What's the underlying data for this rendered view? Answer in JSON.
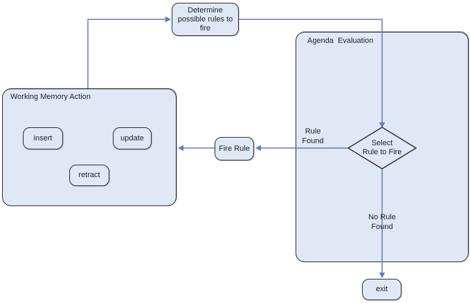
{
  "nodes": {
    "determine": {
      "label": "Determine possible rules to fire",
      "lines": [
        "Determine",
        "possible rules to",
        "fire"
      ]
    },
    "agenda": {
      "label": "Agenda  Evaluation"
    },
    "working_memory": {
      "label": "Working Memory Action"
    },
    "insert": {
      "label": "insert"
    },
    "update": {
      "label": "update"
    },
    "retract": {
      "label": "retract"
    },
    "fire_rule": {
      "label": "Fire Rule"
    },
    "select_rule": {
      "label": "Select Rule to Fire",
      "lines": [
        "Select",
        "Rule to Fire"
      ]
    },
    "exit": {
      "label": "exit"
    }
  },
  "edge_labels": {
    "rule_found": "Rule Found",
    "no_rule_found": "No Rule Found"
  },
  "colors": {
    "node_fill": "#dfe8f4",
    "node_border": "#2d2d2d",
    "connector": "#5b7dc2",
    "text": "#1f1f1f",
    "background": "#ffffff"
  }
}
